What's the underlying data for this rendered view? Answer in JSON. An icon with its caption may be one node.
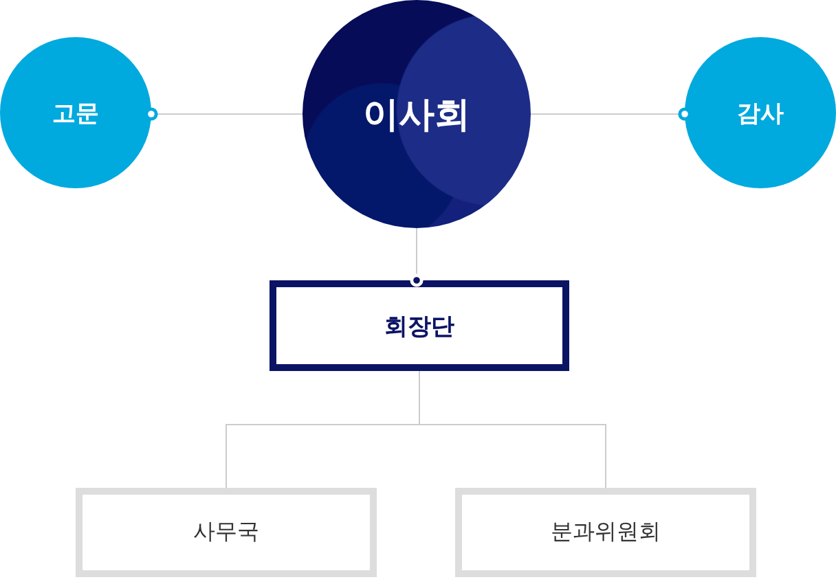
{
  "diagram": {
    "nodes": [
      {
        "text": [
          "고문"
        ]
      },
      {
        "text": [
          "이사회"
        ]
      },
      {
        "text": [
          "감사"
        ]
      },
      {
        "text": [
          "회장단"
        ]
      },
      {
        "text": [
          "사무국"
        ]
      },
      {
        "text": [
          "분과위원회"
        ]
      }
    ],
    "edges": [
      {
        "from": 1,
        "to": 0,
        "arrow": "other"
      },
      {
        "from": 1,
        "to": 2,
        "arrow": "other"
      },
      {
        "from": 1,
        "to": 3,
        "arrow": "other"
      },
      {
        "from": 3,
        "to": 4,
        "arrow": "none"
      },
      {
        "from": 3,
        "to": 5,
        "arrow": "none"
      }
    ]
  }
}
